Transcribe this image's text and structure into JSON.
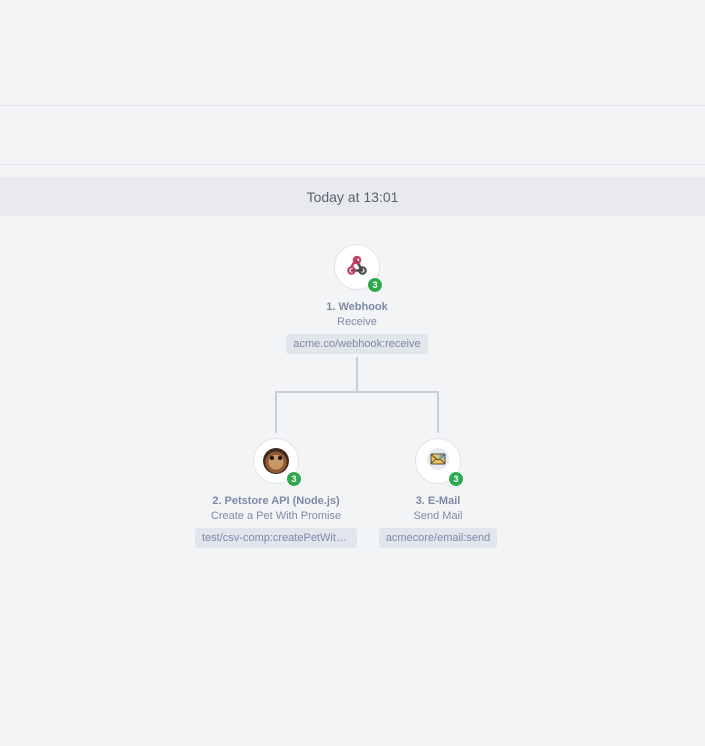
{
  "timeline": {
    "date_label": "Today at 13:01"
  },
  "flow": {
    "nodes": [
      {
        "title": "1. Webhook",
        "subtitle": "Receive",
        "tag": "acme.co/webhook:receive",
        "badge": "3",
        "icon": "webhook-icon"
      },
      {
        "title": "2. Petstore API (Node.js)",
        "subtitle": "Create a Pet With Promise",
        "tag": "test/csv-comp:createPetWithPromise",
        "badge": "3",
        "icon": "petstore-dog-icon"
      },
      {
        "title": "3. E-Mail",
        "subtitle": "Send Mail",
        "tag": "acmecore/email:send",
        "badge": "3",
        "icon": "email-icon"
      }
    ]
  },
  "colors": {
    "background": "#f3f4f6",
    "date_bar": "#e8eaee",
    "badge": "#2fa84f",
    "text_muted": "#7c8aa5",
    "connector": "#c9ced8"
  }
}
